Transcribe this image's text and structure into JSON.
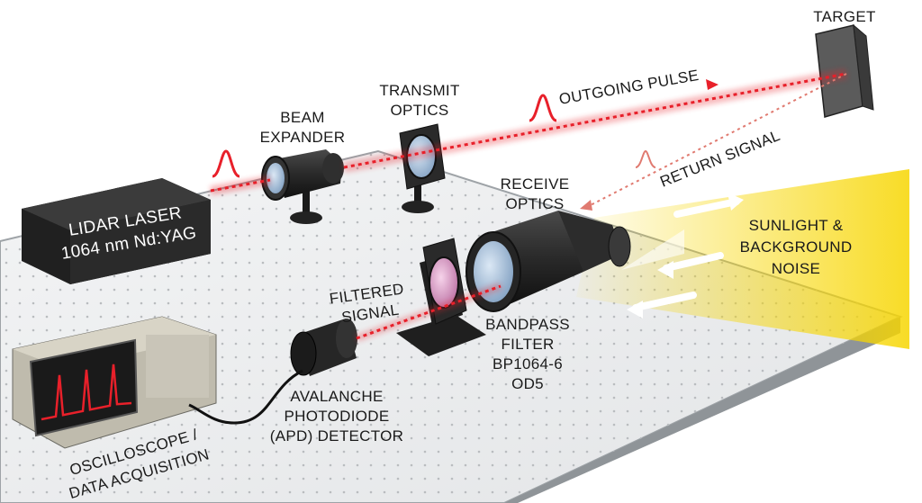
{
  "labels": {
    "target": "TARGET",
    "transmit_optics": [
      "TRANSMIT",
      "OPTICS"
    ],
    "outgoing_pulse": "OUTGOING PULSE",
    "beam_expander": [
      "BEAM",
      "EXPANDER"
    ],
    "return_signal": "RETURN SIGNAL",
    "receive_optics": [
      "RECEIVE",
      "OPTICS"
    ],
    "laser": [
      "LIDAR LASER",
      "1064 nm Nd:YAG"
    ],
    "sunlight": [
      "SUNLIGHT &",
      "BACKGROUND",
      "NOISE"
    ],
    "filtered_signal": [
      "FILTERED",
      "SIGNAL"
    ],
    "bandpass_filter": [
      "BANDPASS",
      "FILTER",
      "BP1064-6",
      "OD5"
    ],
    "apd": [
      "AVALANCHE",
      "PHOTODIODE",
      "(APD) DETECTOR"
    ],
    "oscilloscope": [
      "OSCILLOSCOPE /",
      "DATA ACQUISITION"
    ]
  },
  "colors": {
    "laser_beam": "#e8202a",
    "return_beam": "#e07a70",
    "sunlight": "#f5d400",
    "table": "#eef0f1",
    "device_dark": "#2b2b2b",
    "scope_body": "#cfcbbd",
    "scope_screen": "#1a1a1a",
    "scope_trace": "#e8202a"
  }
}
